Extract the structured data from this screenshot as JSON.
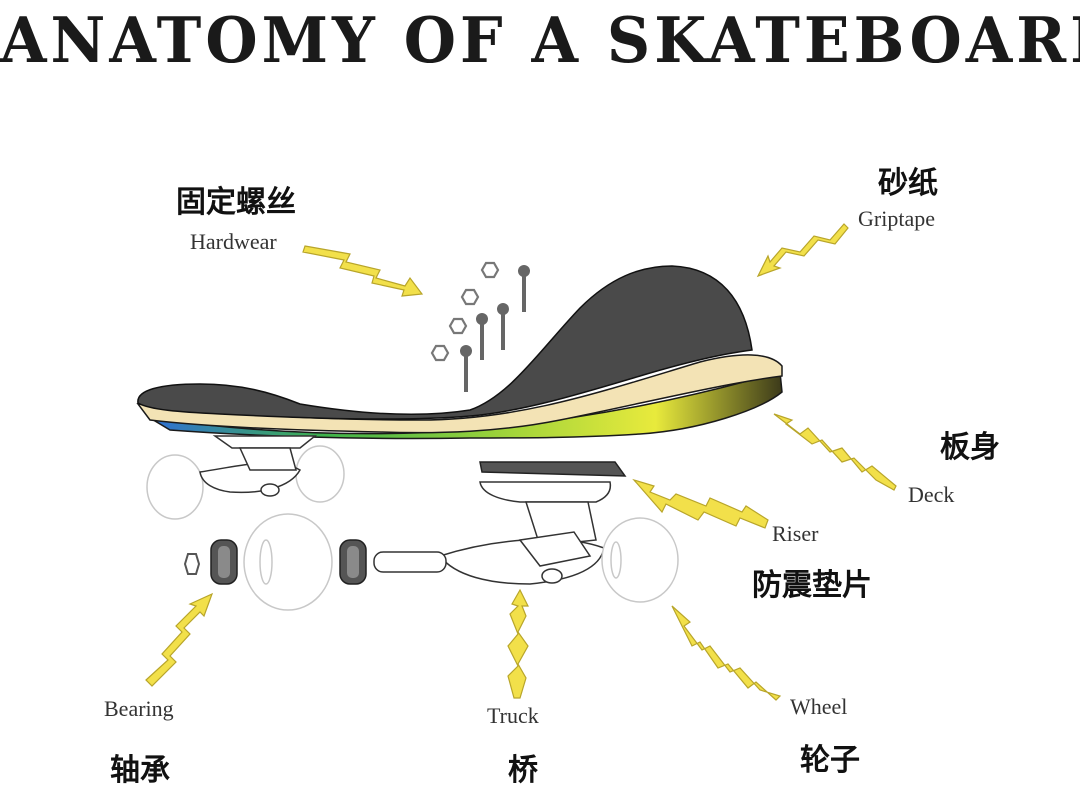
{
  "title": "ANATOMY OF A SKATEBOARD",
  "labels": {
    "hardwear": {
      "en": "Hardwear",
      "zh": "固定螺丝"
    },
    "griptape": {
      "en": "Griptape",
      "zh": "砂纸"
    },
    "deck": {
      "en": "Deck",
      "zh": "板身"
    },
    "riser": {
      "en": "Riser",
      "zh": "防震垫片"
    },
    "bearing": {
      "en": "Bearing",
      "zh": "轴承"
    },
    "truck": {
      "en": "Truck",
      "zh": "桥"
    },
    "wheel": {
      "en": "Wheel",
      "zh": "轮子"
    }
  },
  "colors": {
    "arrow": "#f2e04a",
    "arrow_outline": "#b8a52a",
    "griptape": "#4a4a4a",
    "deck_edge": "#f3e3b5",
    "deck_blue": "#2f6fd6",
    "deck_green": "#3fb34a",
    "deck_yellow": "#e8ea3c",
    "hardware": "#666666"
  }
}
